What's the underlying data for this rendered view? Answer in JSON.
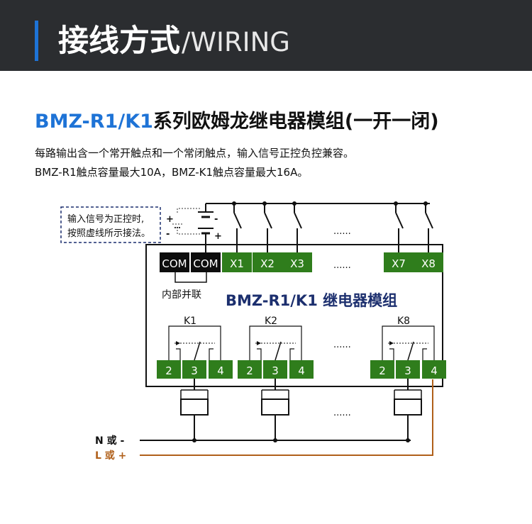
{
  "header": {
    "title_cn": "接线方式",
    "title_en": "/WIRING"
  },
  "model": {
    "code": "BMZ-R1/K1",
    "name": "系列欧姆龙继电器模组(一开一闭)"
  },
  "desc": {
    "line1": "每路输出含一个常开触点和一个常闭触点，输入信号正控负控兼容。",
    "line2": "BMZ-R1触点容量最大10A，BMZ-K1触点容量最大16A。"
  },
  "diagram": {
    "note_line1": "输入信号为正控时,",
    "note_line2": "按照虚线所示接法。",
    "plus": "+",
    "minus": "-",
    "com": "COM",
    "x_inputs": [
      "X1",
      "X2",
      "X3",
      "X7",
      "X8"
    ],
    "ellipsis": "......",
    "internal_parallel": "内部并联",
    "module_label": "BMZ-R1/K1 继电器模组",
    "relays": [
      "K1",
      "K2",
      "K8"
    ],
    "terminals": [
      "2",
      "3",
      "4"
    ],
    "n_label": "N 或 -",
    "l_label": "L 或 +",
    "colors": {
      "green": "#2f7d1c",
      "brand_blue": "#1e73d6",
      "navy": "#1c2f6e",
      "live_wire": "#b0601a"
    }
  }
}
